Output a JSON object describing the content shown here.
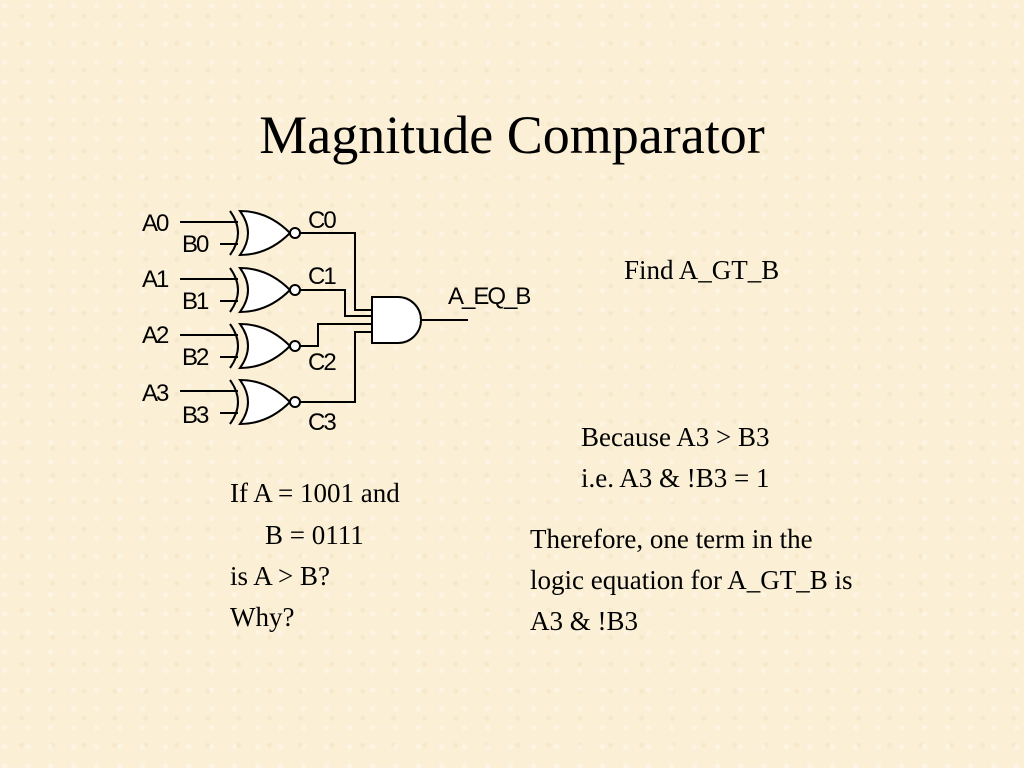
{
  "slide": {
    "title": "Magnitude Comparator"
  },
  "circuit": {
    "inputs_a": [
      "A0",
      "A1",
      "A2",
      "A3"
    ],
    "inputs_b": [
      "B0",
      "B1",
      "B2",
      "B3"
    ],
    "xnor_outputs": [
      "C0",
      "C1",
      "C2",
      "C3"
    ],
    "and_output": "A_EQ_B"
  },
  "notes": {
    "find": "Find A_GT_B",
    "question_lines": [
      "If A = 1001 and",
      "B = 0111",
      "is A > B?",
      "Why?"
    ],
    "because_lines": [
      "Because A3 > B3",
      "i.e. A3 & !B3 = 1"
    ],
    "therefore_lines": [
      "Therefore, one term in the",
      "logic equation for A_GT_B is",
      "A3 & !B3"
    ]
  }
}
